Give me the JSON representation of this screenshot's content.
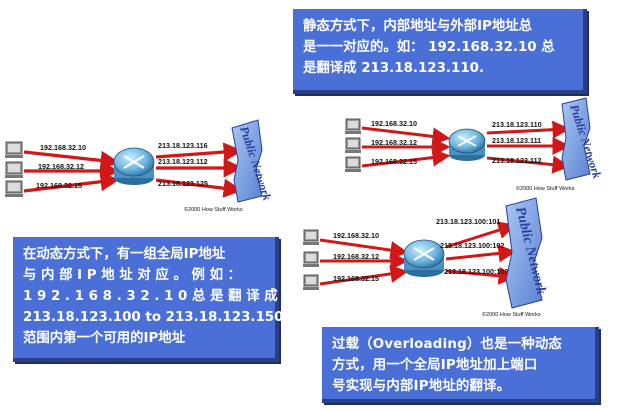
{
  "colors": {
    "callout_bg": "#4a6fd6",
    "callout_text": "#ffffff",
    "arrow_red": "#d01818",
    "router_blue": "#6fb5e0",
    "cloud_blue": "#7fa8e6"
  },
  "credit": "©2000 How Stuff Works",
  "cloud_label": "Public Network",
  "dynamic": {
    "sources": [
      "192.168.32.10",
      "192.168.32.12",
      "192.168.32.15"
    ],
    "destinations": [
      "213.18.123.116",
      "213.18.123.112",
      "213.18.123.125"
    ],
    "callout_lines": [
      "在动态方式下，有一组全局IP地址",
      "与 内 部 I P 地 址 对 应 。 例 如 ：",
      "1 9 2 . 1 6 8 . 3 2 . 1 0  总 是 翻 译 成",
      "213.18.123.100 to 213.18.123.150.",
      "范围内第一个可用的IP地址"
    ]
  },
  "static": {
    "sources": [
      "192.168.32.10",
      "192.168.32.12",
      "192.168.32.15"
    ],
    "destinations": [
      "213.18.123.110",
      "213.18.123.111",
      "213.18.123.112"
    ],
    "callout_lines": [
      "静态方式下，内部地址与外部IP地址总",
      "是一一对应的。如： 192.168.32.10 总",
      "是翻译成 213.18.123.110."
    ]
  },
  "overload": {
    "sources": [
      "192.168.32.10",
      "192.168.32.12",
      "192.168.32.15"
    ],
    "destinations": [
      "213.18.123.100:101",
      "213.18.123.100:102",
      "213.18.123.100:103"
    ],
    "callout_lines": [
      "过载（Overloading）也是一种动态",
      "方式，用一个全局IP地址加上端口",
      "号实现与内部IP地址的翻译。"
    ]
  }
}
